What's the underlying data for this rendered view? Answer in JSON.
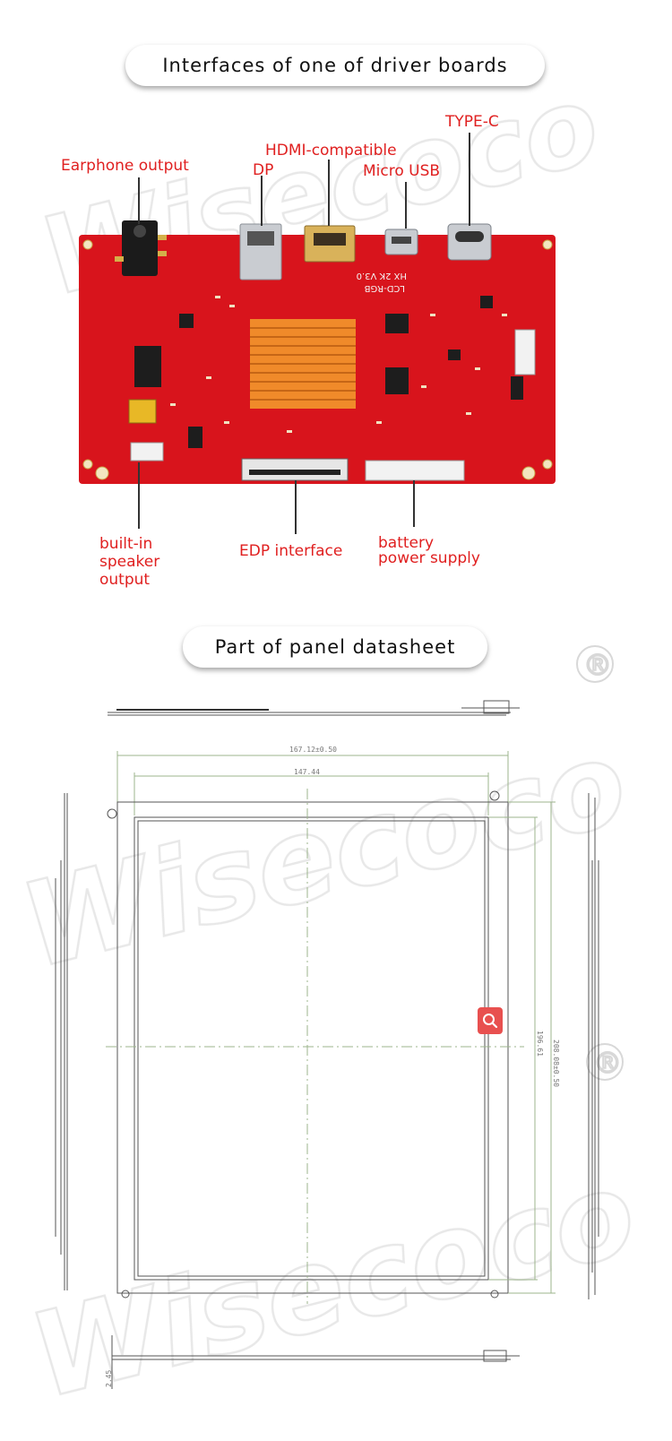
{
  "section1": {
    "title": "Interfaces of one of driver boards"
  },
  "callouts": {
    "earphone": "Earphone output",
    "dp": "DP",
    "hdmi": "HDMI-compatible",
    "micro_usb": "Micro USB",
    "type_c": "TYPE-C",
    "speaker": [
      "built-in",
      "speaker",
      "output"
    ],
    "edp": "EDP interface",
    "battery": [
      "battery",
      "power supply"
    ]
  },
  "board_silkscreen": [
    "HX 2K V3.0",
    "LCD-RGB"
  ],
  "section2": {
    "title": "Part of panel datasheet"
  },
  "dimensions": {
    "outer_width": "167.12±0.50",
    "active_width": "147.44",
    "active_height": "196.61",
    "outer_height": "208.08±0.50",
    "thickness": "2.45"
  },
  "watermark": {
    "text": "Wisecoco",
    "mark": "®"
  },
  "icons": {
    "zoom": "zoom-icon"
  },
  "colors": {
    "board_red": "#d8141c",
    "callout_red": "#e02020",
    "heatsink": "#f08a2a",
    "zoom": "#e8504f"
  }
}
